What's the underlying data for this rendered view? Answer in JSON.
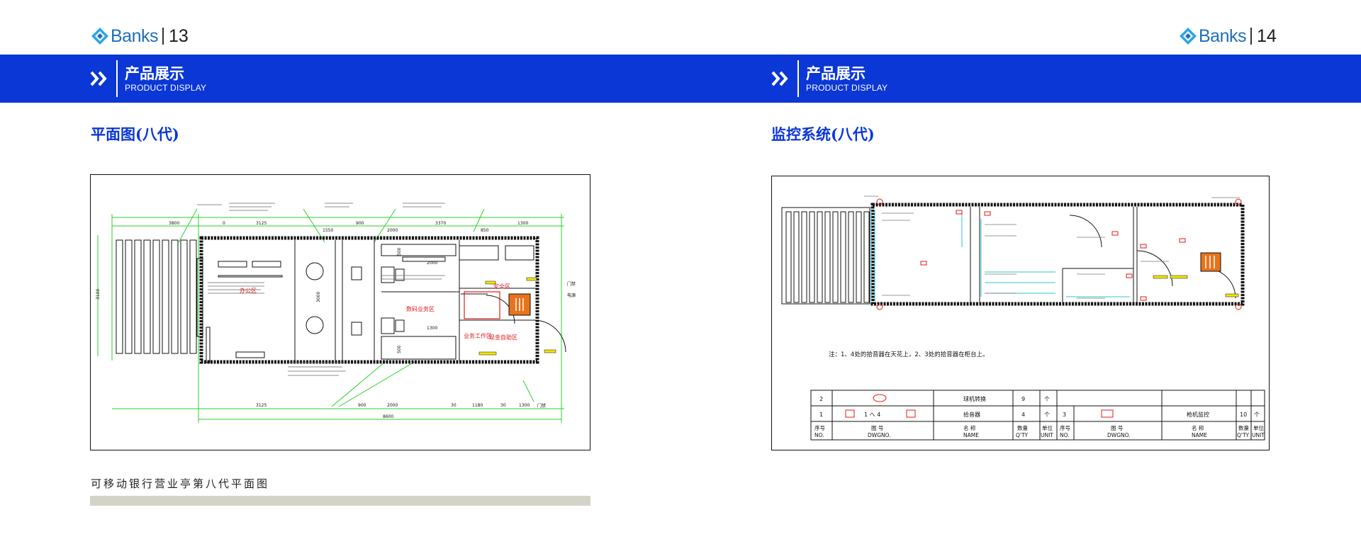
{
  "pages": [
    {
      "brand": "Banks",
      "page_number": "13",
      "banner_title": "产品展示",
      "banner_subtitle": "PRODUCT DISPLAY",
      "section_title": "平面图(八代)",
      "caption": "可移动银行营业亭第八代平面图"
    },
    {
      "brand": "Banks",
      "page_number": "14",
      "banner_title": "产品展示",
      "banner_subtitle": "PRODUCT DISPLAY",
      "section_title": "监控系统(八代)"
    }
  ],
  "floor_plan": {
    "dims_top": [
      "3800",
      "0",
      "3125",
      "1550",
      "900",
      "2000",
      "3370",
      "850",
      "1300"
    ],
    "dims_bottom": [
      "3125",
      "900",
      "2000",
      "30",
      "1180",
      "30",
      "1300"
    ],
    "dim_total": "8600",
    "dim_left": "3100",
    "dim_inner": [
      "3000",
      "500",
      "2000",
      "1300",
      "500"
    ],
    "zone_labels": [
      "办公区",
      "数码业务区",
      "安全区",
      "现金自助区",
      "业务工作区"
    ],
    "side_labels": [
      "门禁",
      "电源"
    ],
    "bottom_label": "门禁"
  },
  "monitor_system": {
    "note": "注：1、4处的拾音器在天花上，2、3处的拾音器在柜台上。",
    "table_rows": [
      {
        "no": "2",
        "name": "球机转换",
        "qty": "9",
        "unit": "个"
      },
      {
        "no": "1",
        "dwg": "1 へ 4",
        "name": "拾音器",
        "qty": "4",
        "unit": "个",
        "no2": "3",
        "name2": "枪机监控",
        "qty2": "10",
        "unit2": "个"
      }
    ],
    "header": {
      "no": "序号",
      "no_en": "NO.",
      "dwg": "图 号",
      "dwg_en": "DWGNO.",
      "name": "名 称",
      "name_en": "NAME",
      "qty": "数量",
      "qty_en": "Q'TY",
      "unit": "单位",
      "unit_en": "UNIT"
    }
  },
  "colors": {
    "banner": "#0b37d6",
    "brand": "#1f6fb8",
    "title": "#0b37d6",
    "caption_bar": "#d3d3c8"
  }
}
